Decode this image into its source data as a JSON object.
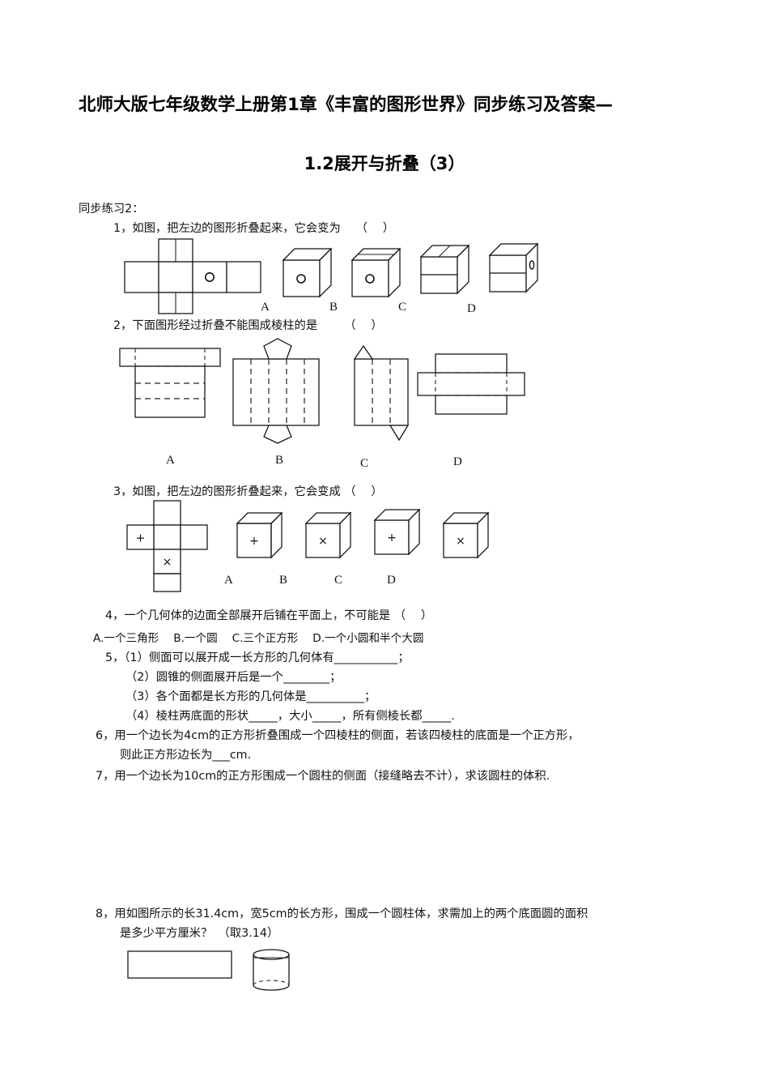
{
  "document": {
    "title": "北师大版七年级数学上册第1章《丰富的图形世界》同步练习及答案—",
    "subtitle": "1.2展开与折叠（3）",
    "section_label": "同步练习2："
  },
  "questions": [
    {
      "number": "1",
      "text": "1，如图，把左边的图形折叠起来，它会变为　 （　 ）",
      "figure": "cube-net-circle",
      "options": [
        "A",
        "B",
        "C",
        "D"
      ]
    },
    {
      "number": "2",
      "text": "2，下面图形经过折叠不能围成棱柱的是　　 （　 ）",
      "figure": "prism-nets",
      "options": [
        "A",
        "B",
        "C",
        "D"
      ]
    },
    {
      "number": "3",
      "text": "3，如图，把左边的图形折叠起来，它会变成 （　 ）",
      "figure": "cube-net-hatched",
      "options": [
        "A",
        "B",
        "C",
        "D"
      ]
    },
    {
      "number": "4",
      "text": "4，一个几何体的边面全部展开后铺在平面上，不可能是 （　 ）",
      "choices": "A.一个三角形　 B.一个圆　 C.三个正方形　 D.一个小圆和半个大圆"
    },
    {
      "number": "5",
      "lines": [
        "5，（1）侧面可以展开成一长方形的几何体有___________；",
        "（2）圆锥的侧面展开后是一个________；",
        "（3）各个面都是长方形的几何体是__________；",
        "（4）棱柱两底面的形状_____，大小_____，所有侧棱长都_____."
      ]
    },
    {
      "number": "6",
      "lines": [
        "6，用一个边长为4cm的正方形折叠围成一个四棱柱的侧面，若该四棱柱的底面是一个正方形，",
        "则此正方形边长为___cm."
      ]
    },
    {
      "number": "7",
      "lines": [
        "7，用一个边长为10cm的正方形围成一个圆柱的侧面（接缝略去不计），求该圆柱的体积."
      ]
    },
    {
      "number": "8",
      "lines": [
        "8，用如图所示的长31.4cm，宽5cm的长方形，围成一个圆柱体，求需加上的两个底面圆的面积",
        "是多少平方厘米？　（取3.14）"
      ],
      "figure": "rectangle-and-cylinder"
    }
  ],
  "figure_glyphs": {
    "circle_mark": "○",
    "plus_mark": "+",
    "cross_mark": "×"
  },
  "colors": {
    "ink": "#111111",
    "paper": "#ffffff"
  }
}
